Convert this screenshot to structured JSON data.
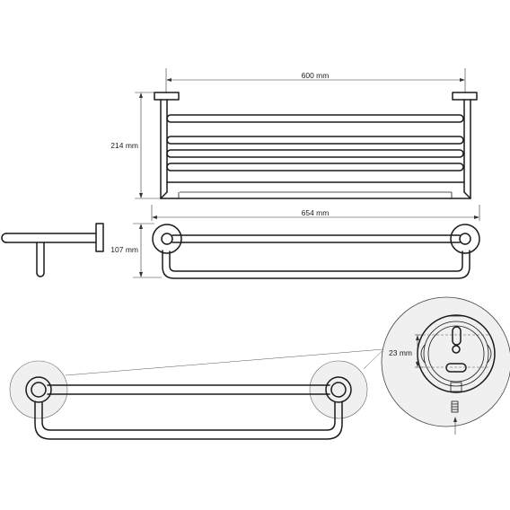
{
  "dimensions": {
    "top_width": "600 mm",
    "height": "214 mm",
    "total_width": "654 mm",
    "depth": "107 mm",
    "mounting_spacing": "23 mm"
  }
}
